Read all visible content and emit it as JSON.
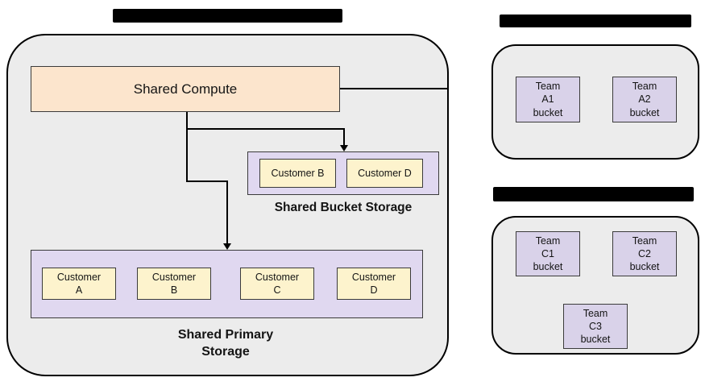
{
  "colors": {
    "container_fill": "#ececec",
    "container_border": "#000000",
    "compute_fill": "#fce5cd",
    "storage_panel_fill": "#e0d8f0",
    "customer_box_fill": "#fdf3cd",
    "team_bucket_fill": "#d9d2e9",
    "connector_line": "#000000",
    "redaction_bar": "#000000"
  },
  "main": {
    "compute_label": "Shared Compute",
    "bucket_storage": {
      "label": "Shared Bucket Storage",
      "items": [
        "Customer B",
        "Customer D"
      ]
    },
    "primary_storage": {
      "label": "Shared Primary\nStorage",
      "items": [
        "Customer\nA",
        "Customer\nB",
        "Customer\nC",
        "Customer\nD"
      ]
    }
  },
  "right": {
    "group_a": {
      "items": [
        "Team\nA1\nbucket",
        "Team\nA2\nbucket"
      ]
    },
    "group_c": {
      "items": [
        "Team\nC1\nbucket",
        "Team\nC2\nbucket",
        "Team\nC3\nbucket"
      ]
    }
  }
}
